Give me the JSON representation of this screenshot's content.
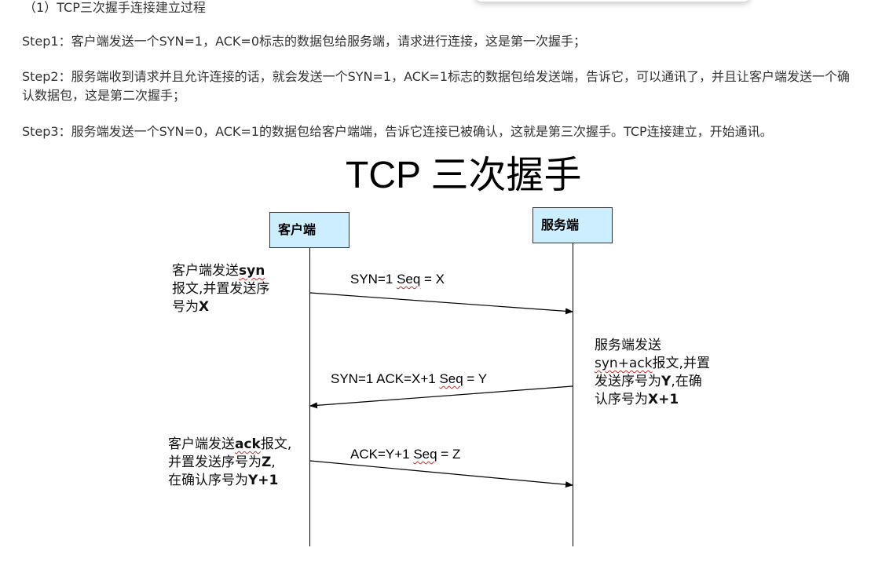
{
  "heading": "（1）TCP三次握手连接建立过程",
  "steps": [
    "Step1：客户端发送一个SYN=1，ACK=0标志的数据包给服务端，请求进行连接，这是第一次握手；",
    "Step2：服务端收到请求并且允许连接的话，就会发送一个SYN=1，ACK=1标志的数据包给发送端，告诉它，可以通讯了，并且让客户端发送一个确认数据包，这是第二次握手；",
    "Step3：服务端发送一个SYN=0，ACK=1的数据包给客户端端，告诉它连接已被确认，这就是第三次握手。TCP连接建立，开始通讯。"
  ],
  "diagram": {
    "title": "TCP 三次握手",
    "client_label": "客户端",
    "server_label": "服务端",
    "note1": {
      "l1a": "客户端发送",
      "l1b": "syn",
      "l2": "报文,并置发送序",
      "l3a": "号为",
      "l3b": "X"
    },
    "note2": {
      "l1": "服务端发送",
      "l2a": "syn+ack",
      "l2b": "报文,并置",
      "l3a": "发送序号为",
      "l3b": "Y",
      "l3c": ",在确",
      "l4a": "认序号为",
      "l4b": "X+1"
    },
    "note3": {
      "l1a": "客户端发送",
      "l1b": "ack",
      "l1c": "报文,",
      "l2a": "并置发送序号为",
      "l2b": "Z",
      "l2c": ",",
      "l3a": "在确认序号为",
      "l3b": "Y+1"
    },
    "msg1": {
      "a": "SYN=1  ",
      "b": "Seq",
      "c": " = X"
    },
    "msg2": {
      "a": "SYN=1  ACK=X+1 ",
      "b": "Seq",
      "c": " = Y"
    },
    "msg3": {
      "a": "ACK=Y+1 ",
      "b": "Seq",
      "c": " = Z"
    }
  },
  "colors": {
    "node_fill": "#cdeefe",
    "wavy_underline": "#c03030"
  }
}
